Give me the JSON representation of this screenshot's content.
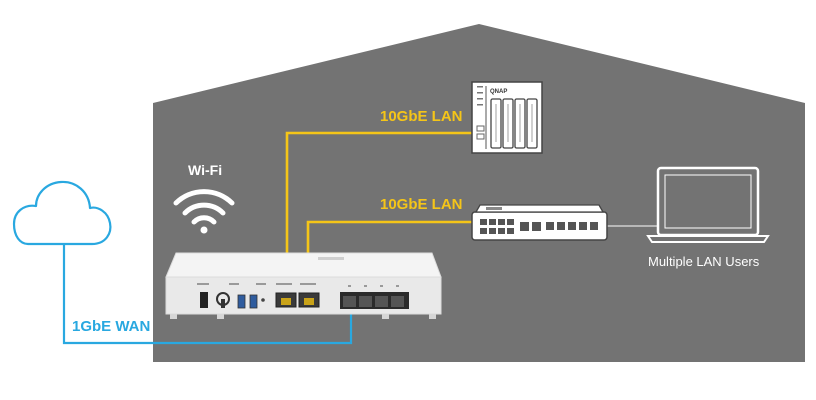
{
  "labels": {
    "wifi": "Wi-Fi",
    "lan_nas": "10GbE LAN",
    "lan_switch": "10GbE LAN",
    "wan": "1GbE WAN",
    "users": "Multiple LAN Users"
  },
  "nas_brand": "QNAP",
  "colors": {
    "house": "#737373",
    "lan_line": "#f5c518",
    "wan_line": "#29a8e0",
    "device_white": "#ffffff",
    "device_panel": "#e9e9e9",
    "lan_line_gray": "#d0d0d0"
  },
  "icons": {
    "cloud": "cloud-icon",
    "wifi": "wifi-icon",
    "router": "router-device",
    "nas": "nas-device",
    "switch": "switch-device",
    "laptop": "laptop-icon"
  }
}
